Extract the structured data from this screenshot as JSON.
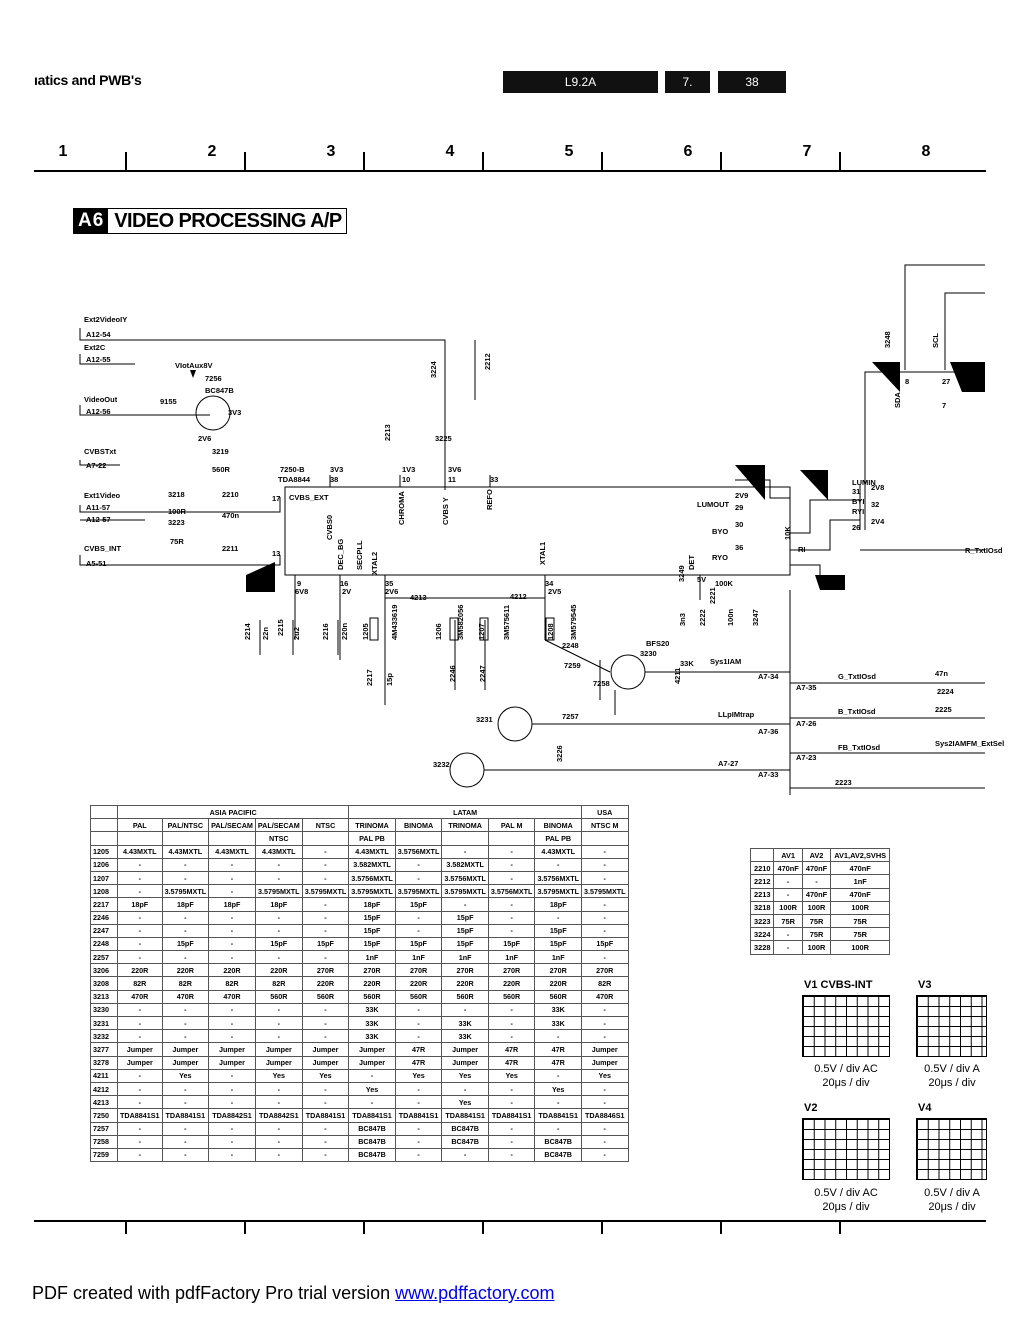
{
  "header": {
    "left_text": "ıatics and PWB's",
    "model": "L9.2A",
    "chapter": "7.",
    "page": "38"
  },
  "grid_columns": [
    "1",
    "2",
    "3",
    "4",
    "5",
    "6",
    "7",
    "8"
  ],
  "section": {
    "tag": "A6",
    "title": "VIDEO PROCESSING A/P"
  },
  "connectors_left": [
    {
      "signal": "Ext2VideoIY",
      "pin": "A12-54"
    },
    {
      "signal": "Ext2C",
      "pin": "A12-55"
    },
    {
      "signal": "VideoOut",
      "pin": "A12-56"
    },
    {
      "signal": "CVBSTxt",
      "pin": "A7-22"
    },
    {
      "signal": "Ext1Video",
      "pin": "A11-57"
    },
    {
      "signal": "",
      "pin": "A12-57"
    },
    {
      "signal": "CVBS_INT",
      "pin": "A5-51"
    }
  ],
  "ic": {
    "ref": "7250-B",
    "part": "TDA8844",
    "pins_top": [
      "3V3",
      "38",
      "1V3",
      "10",
      "3V6",
      "11",
      "33"
    ],
    "pin_names": [
      "CVBS_EXT",
      "CVBS0",
      "DEC_BG",
      "SECPLL",
      "CHROMA",
      "CVBS Y",
      "REFO",
      "XTAL2",
      "XTAL1",
      "DET",
      "LUMOUT",
      "BYO",
      "RYO"
    ]
  },
  "components": {
    "labels": [
      "VIotAux8V",
      "7256",
      "BC847B",
      "9155",
      "3V3",
      "2V6",
      "3219",
      "560R",
      "3218",
      "100R",
      "2210",
      "470n",
      "3223",
      "75R",
      "2211",
      "17",
      "13",
      "9",
      "6V8",
      "16",
      "2V",
      "35",
      "2V6",
      "34",
      "2V5",
      "4213",
      "4212",
      "2214",
      "22n",
      "2215",
      "2u2",
      "2216",
      "220n",
      "2217",
      "15p",
      "1205",
      "4M433619",
      "1206",
      "3M582056",
      "1207",
      "3M575611",
      "1208",
      "3M579545",
      "2246",
      "2247",
      "2248",
      "7259",
      "BFS20",
      "3230",
      "33K",
      "4211",
      "7258",
      "3231",
      "7257",
      "3232",
      "3226",
      "3224",
      "2212",
      "2213",
      "3225",
      "100K",
      "2221",
      "3n3",
      "2222",
      "100n",
      "3247",
      "3248",
      "SCL",
      "SDA",
      "7",
      "8",
      "27",
      "LUMIN",
      "2V8",
      "31",
      "BYI",
      "32",
      "RYI",
      "2V4",
      "26",
      "2V9",
      "29",
      "30",
      "36",
      "5V",
      "3249",
      "10K",
      "RI",
      "R_TxtIOsd",
      "G_TxtIOsd",
      "B_TxtIOsd",
      "FB_TxtIOsd",
      "2223",
      "47n",
      "2224",
      "2225",
      "Sys2IAMFM_ExtSel",
      "Sys1IAM",
      "LLpIMtrap",
      "A7-27",
      "A7-34",
      "A7-35",
      "A7-26",
      "A7-36",
      "A7-23",
      "A7-33"
    ]
  },
  "option_table": {
    "regions": [
      "ASIA PACIFIC",
      "LATAM",
      "USA"
    ],
    "headers": [
      "PAL",
      "PAL/NTSC",
      "PAL/SECAM",
      "PAL/SECAM",
      "NTSC",
      "TRINOMA",
      "BINOMA",
      "TRINOMA",
      "PAL M",
      "BINOMA",
      "NTSC M"
    ],
    "subheaders": [
      "",
      "",
      "",
      "NTSC",
      "",
      "PAL PB",
      "",
      "",
      "",
      "PAL PB",
      ""
    ],
    "rows": [
      [
        "1205",
        "4.43MXTL",
        "4.43MXTL",
        "4.43MXTL",
        "4.43MXTL",
        "-",
        "4.43MXTL",
        "3.5756MXTL",
        "-",
        "-",
        "4.43MXTL",
        "-"
      ],
      [
        "1206",
        "-",
        "-",
        "-",
        "-",
        "-",
        "3.582MXTL",
        "-",
        "3.582MXTL",
        "-",
        "-",
        "-"
      ],
      [
        "1207",
        "-",
        "-",
        "-",
        "-",
        "-",
        "3.5756MXTL",
        "-",
        "3.5756MXTL",
        "-",
        "3.5756MXTL",
        "-"
      ],
      [
        "1208",
        "-",
        "3.5795MXTL",
        "-",
        "3.5795MXTL",
        "3.5795MXTL",
        "3.5795MXTL",
        "3.5795MXTL",
        "3.5795MXTL",
        "3.5756MXTL",
        "3.5795MXTL",
        "3.5795MXTL"
      ],
      [
        "2217",
        "18pF",
        "18pF",
        "18pF",
        "18pF",
        "-",
        "18pF",
        "15pF",
        "-",
        "-",
        "18pF",
        "-"
      ],
      [
        "2246",
        "-",
        "-",
        "-",
        "-",
        "-",
        "15pF",
        "-",
        "15pF",
        "-",
        "-",
        "-"
      ],
      [
        "2247",
        "-",
        "-",
        "-",
        "-",
        "-",
        "15pF",
        "-",
        "15pF",
        "-",
        "15pF",
        "-"
      ],
      [
        "2248",
        "-",
        "15pF",
        "-",
        "15pF",
        "15pF",
        "15pF",
        "15pF",
        "15pF",
        "15pF",
        "15pF",
        "15pF"
      ],
      [
        "2257",
        "-",
        "-",
        "-",
        "-",
        "-",
        "1nF",
        "1nF",
        "1nF",
        "1nF",
        "1nF",
        "-"
      ],
      [
        "3206",
        "220R",
        "220R",
        "220R",
        "220R",
        "270R",
        "270R",
        "270R",
        "270R",
        "270R",
        "270R",
        "270R"
      ],
      [
        "3208",
        "82R",
        "82R",
        "82R",
        "82R",
        "220R",
        "220R",
        "220R",
        "220R",
        "220R",
        "220R",
        "82R"
      ],
      [
        "3213",
        "470R",
        "470R",
        "470R",
        "560R",
        "560R",
        "560R",
        "560R",
        "560R",
        "560R",
        "560R",
        "470R"
      ],
      [
        "3230",
        "-",
        "-",
        "-",
        "-",
        "-",
        "33K",
        "-",
        "-",
        "-",
        "33K",
        "-"
      ],
      [
        "3231",
        "-",
        "-",
        "-",
        "-",
        "-",
        "33K",
        "-",
        "33K",
        "-",
        "33K",
        "-"
      ],
      [
        "3232",
        "-",
        "-",
        "-",
        "-",
        "-",
        "33K",
        "-",
        "33K",
        "-",
        "-",
        "-"
      ],
      [
        "3277",
        "Jumper",
        "Jumper",
        "Jumper",
        "Jumper",
        "Jumper",
        "Jumper",
        "47R",
        "Jumper",
        "47R",
        "47R",
        "Jumper"
      ],
      [
        "3278",
        "Jumper",
        "Jumper",
        "Jumper",
        "Jumper",
        "Jumper",
        "Jumper",
        "47R",
        "Jumper",
        "47R",
        "47R",
        "Jumper"
      ],
      [
        "4211",
        "-",
        "Yes",
        "-",
        "Yes",
        "Yes",
        "-",
        "Yes",
        "Yes",
        "Yes",
        "-",
        "Yes"
      ],
      [
        "4212",
        "-",
        "-",
        "-",
        "-",
        "-",
        "Yes",
        "-",
        "-",
        "-",
        "Yes",
        "-"
      ],
      [
        "4213",
        "-",
        "-",
        "-",
        "-",
        "-",
        "-",
        "-",
        "Yes",
        "-",
        "-",
        "-"
      ],
      [
        "7250",
        "TDA8841S1",
        "TDA8841S1",
        "TDA8842S1",
        "TDA8842S1",
        "TDA8841S1",
        "TDA8841S1",
        "TDA8841S1",
        "TDA8841S1",
        "TDA8841S1",
        "TDA8841S1",
        "TDA8846S1"
      ],
      [
        "7257",
        "-",
        "-",
        "-",
        "-",
        "-",
        "BC847B",
        "-",
        "BC847B",
        "-",
        "-",
        "-"
      ],
      [
        "7258",
        "-",
        "-",
        "-",
        "-",
        "-",
        "BC847B",
        "-",
        "BC847B",
        "-",
        "BC847B",
        "-"
      ],
      [
        "7259",
        "-",
        "-",
        "-",
        "-",
        "-",
        "BC847B",
        "-",
        "-",
        "-",
        "BC847B",
        "-"
      ]
    ]
  },
  "cap_table": {
    "headers": [
      "",
      "AV1",
      "AV2",
      "AV1,AV2,SVHS"
    ],
    "rows": [
      [
        "2210",
        "470nF",
        "470nF",
        "470nF"
      ],
      [
        "2212",
        "-",
        "-",
        "1nF"
      ],
      [
        "2213",
        "-",
        "470nF",
        "470nF"
      ],
      [
        "3218",
        "100R",
        "100R",
        "100R"
      ],
      [
        "3223",
        "75R",
        "75R",
        "75R"
      ],
      [
        "3224",
        "-",
        "75R",
        "75R"
      ],
      [
        "3228",
        "-",
        "100R",
        "100R"
      ]
    ]
  },
  "scopes": [
    {
      "label": "V1 CVBS-INT",
      "cap1": "0.5V / div AC",
      "cap2": "20μs / div"
    },
    {
      "label": "V3",
      "cap1": "0.5V / div A",
      "cap2": "20μs / div"
    },
    {
      "label": "V2",
      "cap1": "0.5V / div AC",
      "cap2": "20μs / div"
    },
    {
      "label": "V4",
      "cap1": "0.5V / div A",
      "cap2": "20μs / div"
    }
  ],
  "footer": {
    "text": "PDF created with pdfFactory Pro trial version ",
    "link": "www.pdffactory.com"
  }
}
